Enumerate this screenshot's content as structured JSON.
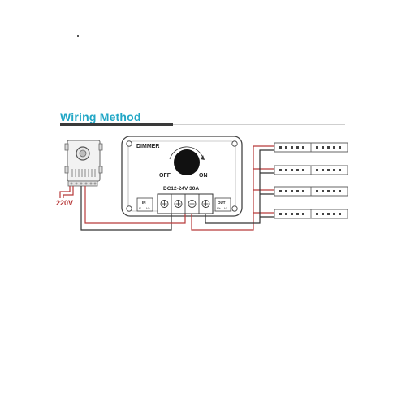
{
  "header": {
    "title": "Wiring Method"
  },
  "dimmer": {
    "label": "DIMMER",
    "off_label": "OFF",
    "on_label": "ON",
    "rating": "DC12-24V 30A",
    "in_label": "IN",
    "out_label": "OUT",
    "in_terminals": [
      "V-",
      "V+"
    ],
    "out_terminals": [
      "V+",
      "V-"
    ]
  },
  "power_supply": {
    "voltage": "220V"
  },
  "led_strips": {
    "count": 4
  },
  "colors": {
    "title": "#22a7c6",
    "wire_red": "#b83a3a",
    "wire_black": "#333333",
    "outline": "#444444"
  }
}
